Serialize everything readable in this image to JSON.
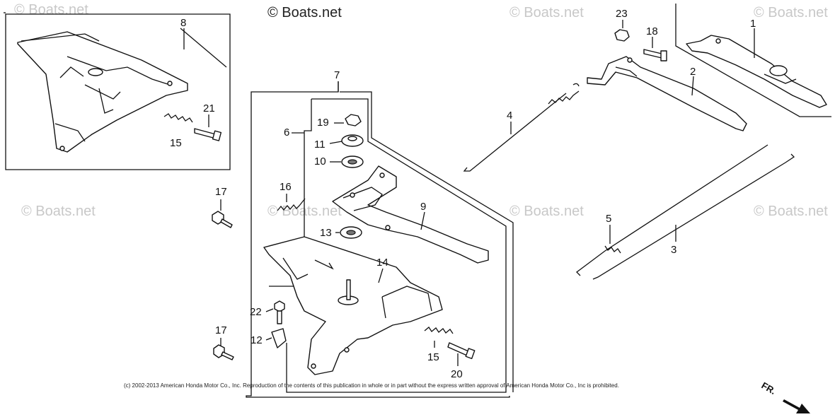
{
  "watermarks": {
    "dark": "© Boats.net",
    "light": "© Boats.net"
  },
  "copyright": "(c) 2002-2013 American Honda Motor Co., Inc. Reproduction of the contents of this publication in whole or in part without the express written approval of American Honda Motor Co., Inc is prohibited.",
  "direction_label": "FR.",
  "callouts": {
    "c1": "1",
    "c2": "2",
    "c3": "3",
    "c4": "4",
    "c5": "5",
    "c6": "6",
    "c7": "7",
    "c8": "8",
    "c9": "9",
    "c10": "10",
    "c11": "11",
    "c12": "12",
    "c13": "13",
    "c14": "14",
    "c15a": "15",
    "c15b": "15",
    "c16": "16",
    "c17a": "17",
    "c17b": "17",
    "c18": "18",
    "c19": "19",
    "c20": "20",
    "c21": "21",
    "c22": "22",
    "c23": "23"
  }
}
